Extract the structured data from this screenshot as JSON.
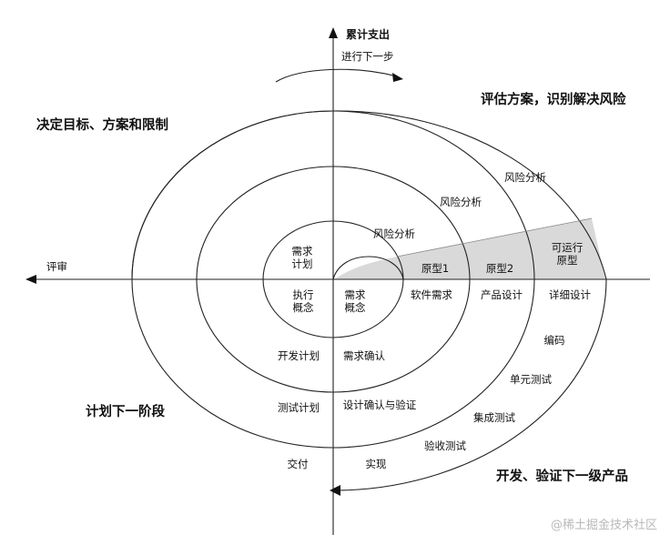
{
  "axes": {
    "y_axis_label": "累计支出",
    "progress_label": "进行下一步",
    "review_label": "评审"
  },
  "quadrants": {
    "top_left": "决定目标、方案和限制",
    "top_right": "评估方案，识别解决风险",
    "bottom_left": "计划下一阶段",
    "bottom_right": "开发、验证下一级产品"
  },
  "risk": {
    "r1": "风险分析",
    "r2": "风险分析",
    "r3": "风险分析"
  },
  "prototypes": {
    "p1": "原型1",
    "p2": "原型2",
    "p3_line1": "可运行",
    "p3_line2": "原型"
  },
  "top_left_inner": {
    "line1": "需求",
    "line2": "计划"
  },
  "center_left": {
    "line1": "执行",
    "line2": "概念"
  },
  "center_right": {
    "line1": "需求",
    "line2": "概念"
  },
  "axis_row": {
    "software_req": "软件需求",
    "product_design": "产品设计",
    "detail_design": "详细设计"
  },
  "lower_left": {
    "dev_plan": "开发计划",
    "test_plan": "测试计划",
    "deliver": "交付"
  },
  "lower_right": {
    "req_confirm": "需求确认",
    "design_verify": "设计确认与验证",
    "implement": "实现"
  },
  "dev_steps": {
    "coding": "编码",
    "unit_test": "单元测试",
    "integration_test": "集成测试",
    "acceptance_test": "验收测试"
  },
  "watermark": "@稀土掘金技术社区"
}
